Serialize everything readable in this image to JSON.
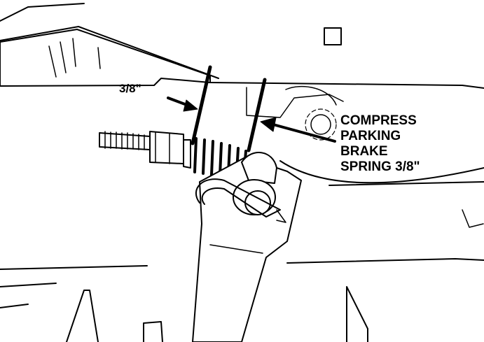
{
  "dimension_label": "3/8\"",
  "callout": {
    "line1": "COMPRESS",
    "line2": "PARKING",
    "line3": "BRAKE",
    "line4": "SPRING 3/8\""
  },
  "colors": {
    "ink": "#000000",
    "paper": "#ffffff"
  }
}
